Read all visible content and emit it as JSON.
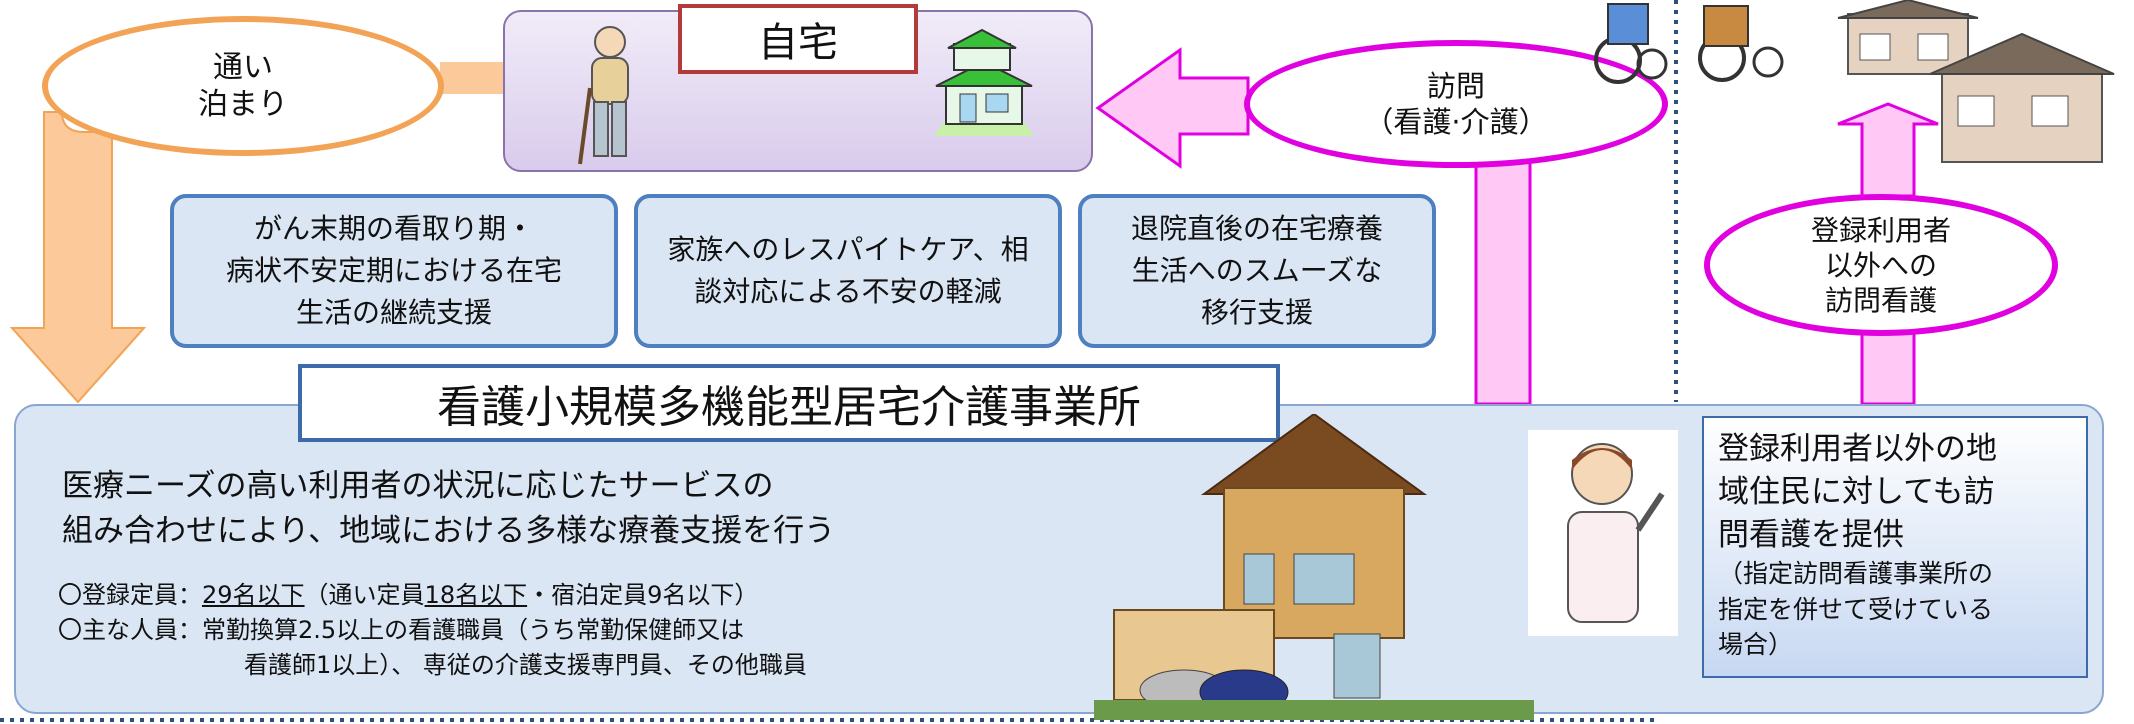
{
  "home": {
    "title": "自宅"
  },
  "bubbles": {
    "left_line1": "通い",
    "left_line2": "泊まり",
    "visit_line1": "訪問",
    "visit_line2": "（看護·介護）",
    "right_line1": "登録利用者",
    "right_line2": "以外への",
    "right_line3": "訪問看護"
  },
  "features": [
    {
      "line1": "がん末期の看取り期・",
      "line2": "病状不安定期における在宅",
      "line3": "生活の継続支援"
    },
    {
      "line1": "家族へのレスパイトケア、相",
      "line2": "談対応による不安の軽減"
    },
    {
      "line1": "退院直後の在宅療養",
      "line2": "生活へのスムーズな",
      "line3": "移行支援"
    }
  ],
  "facility": {
    "title": "看護小規模多機能型居宅介護事業所",
    "desc_line1": "医療ニーズの高い利用者の状況に応じたサービスの",
    "desc_line2": "組み合わせにより、地域における多様な療養支援を行う",
    "cap_prefix": "〇登録定員：",
    "cap_value": "29名以下",
    "cap_mid": "（通い定員",
    "cap_day": "18名以下",
    "cap_suffix": "・宿泊定員9名以下）",
    "staff_line1": "〇主な人員：常勤換算2.5以上の看護職員（うち常勤保健師又は",
    "staff_line2": "看護師1以上）、 専従の介護支援専門員、その他職員"
  },
  "side": {
    "main_line1": "登録利用者以外の地",
    "main_line2": "域住民に対しても訪",
    "main_line3": "問看護を提供",
    "sub_line1": "（指定訪問看護事業所の",
    "sub_line2": "指定を併せて受けている",
    "sub_line3": "場合）"
  },
  "colors": {
    "orange": "#f2a356",
    "pink": "#e000e0",
    "blue": "#4d7fc1"
  }
}
